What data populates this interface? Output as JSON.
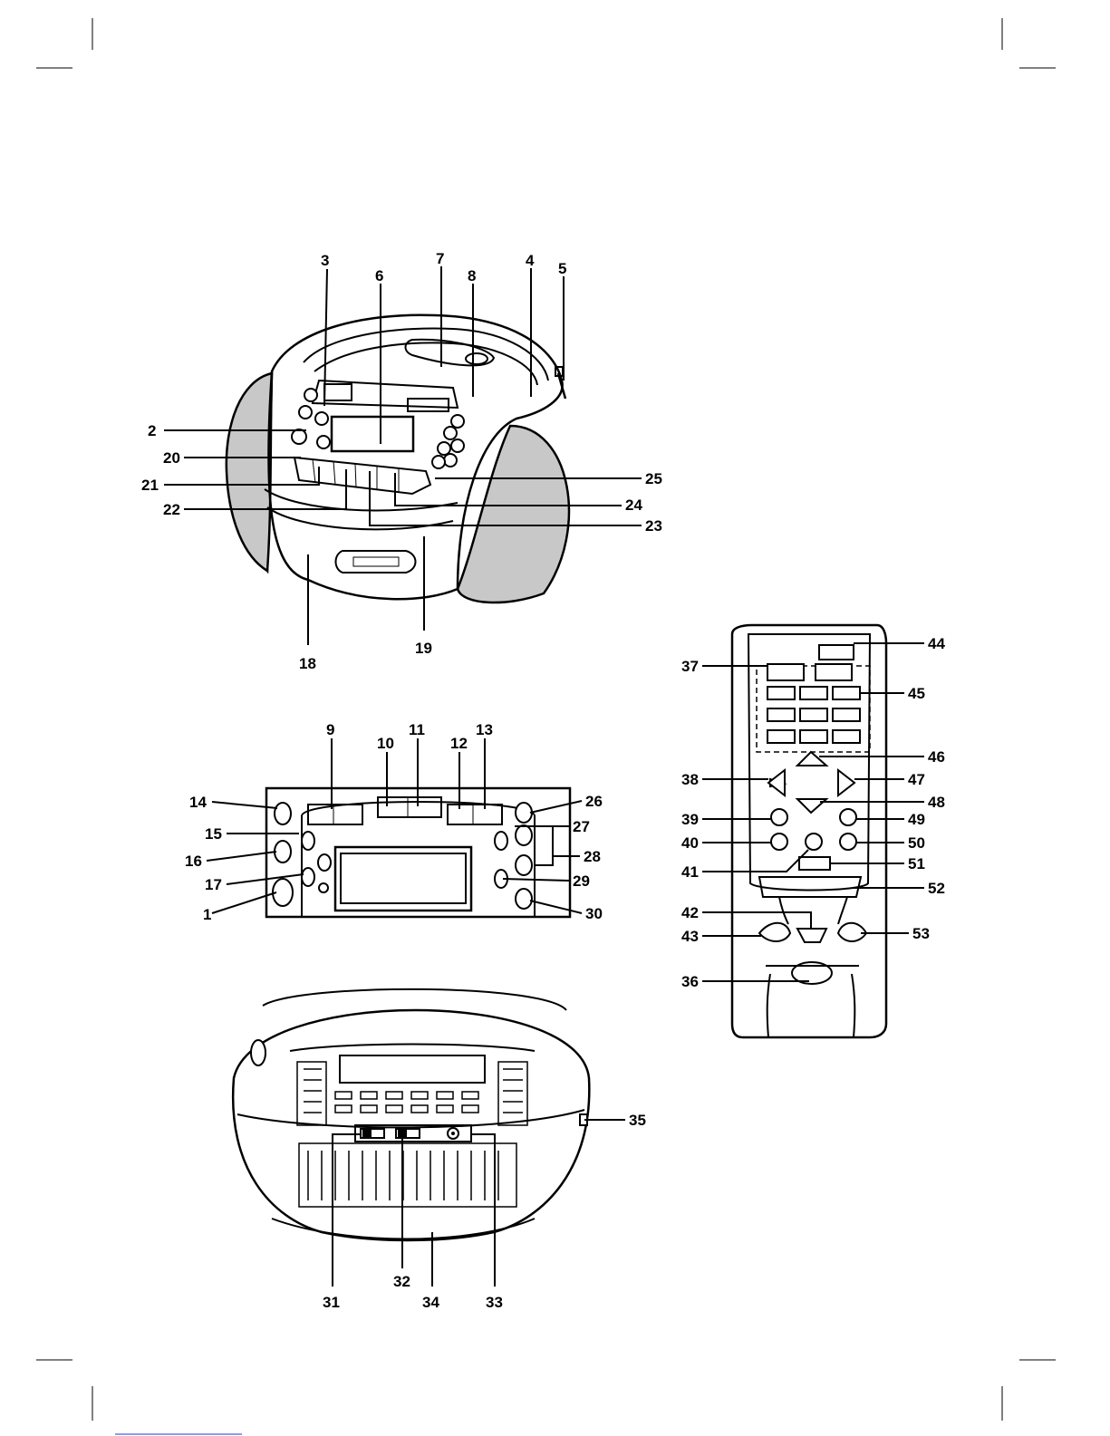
{
  "figure": {
    "front_view": {
      "labels": [
        "3",
        "6",
        "7",
        "8",
        "4",
        "5",
        "2",
        "20",
        "21",
        "22",
        "25",
        "24",
        "23",
        "18",
        "19"
      ]
    },
    "control_panel": {
      "labels": [
        "9",
        "10",
        "11",
        "12",
        "13",
        "14",
        "15",
        "16",
        "17",
        "1",
        "26",
        "27",
        "28",
        "29",
        "30"
      ]
    },
    "rear_view": {
      "labels": [
        "35",
        "31",
        "32",
        "34",
        "33"
      ]
    },
    "remote_control": {
      "labels": [
        "44",
        "37",
        "45",
        "46",
        "38",
        "47",
        "48",
        "39",
        "49",
        "40",
        "50",
        "41",
        "51",
        "52",
        "42",
        "43",
        "53",
        "36"
      ]
    },
    "colors": {
      "line": "#000000",
      "speaker_fill": "#c8c8c8",
      "link": "#1a3ccf"
    }
  }
}
